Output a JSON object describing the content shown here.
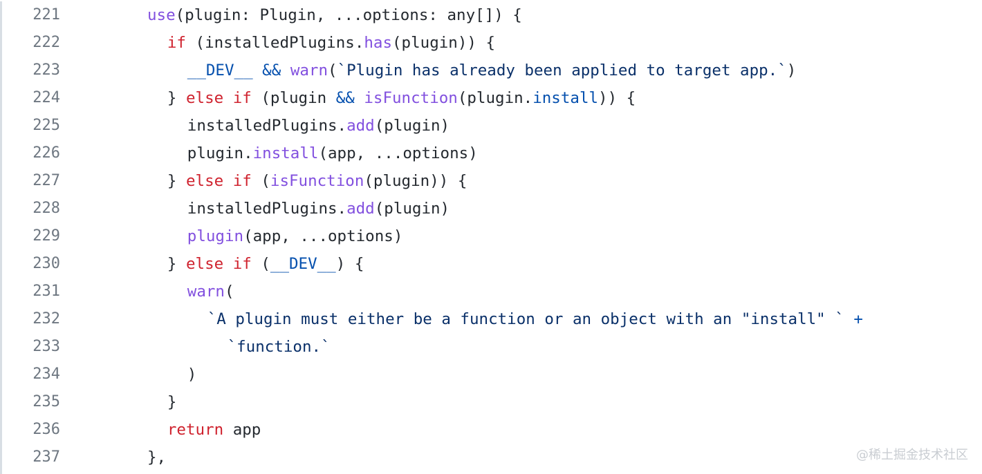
{
  "code_view": {
    "lines": [
      {
        "number": "221",
        "indent": 0,
        "tokens": [
          {
            "t": "use",
            "k": "fn"
          },
          {
            "t": "(plugin: Plugin, ...options: any[]) {",
            "k": "plain"
          }
        ]
      },
      {
        "number": "222",
        "indent": 2,
        "tokens": [
          {
            "t": "if",
            "k": "kw"
          },
          {
            "t": " (installedPlugins.",
            "k": "plain"
          },
          {
            "t": "has",
            "k": "fn"
          },
          {
            "t": "(plugin)) {",
            "k": "plain"
          }
        ]
      },
      {
        "number": "223",
        "indent": 4,
        "tokens": [
          {
            "t": "__DEV__",
            "k": "const"
          },
          {
            "t": " ",
            "k": "plain"
          },
          {
            "t": "&&",
            "k": "const"
          },
          {
            "t": " ",
            "k": "plain"
          },
          {
            "t": "warn",
            "k": "fn"
          },
          {
            "t": "(",
            "k": "plain"
          },
          {
            "t": "`Plugin has already been applied to target app.`",
            "k": "str"
          },
          {
            "t": ")",
            "k": "plain"
          }
        ]
      },
      {
        "number": "224",
        "indent": 2,
        "tokens": [
          {
            "t": "} ",
            "k": "plain"
          },
          {
            "t": "else if",
            "k": "kw"
          },
          {
            "t": " (plugin ",
            "k": "plain"
          },
          {
            "t": "&&",
            "k": "const"
          },
          {
            "t": " ",
            "k": "plain"
          },
          {
            "t": "isFunction",
            "k": "fn"
          },
          {
            "t": "(plugin.",
            "k": "plain"
          },
          {
            "t": "install",
            "k": "const"
          },
          {
            "t": ")) {",
            "k": "plain"
          }
        ]
      },
      {
        "number": "225",
        "indent": 4,
        "tokens": [
          {
            "t": "installedPlugins.",
            "k": "plain"
          },
          {
            "t": "add",
            "k": "fn"
          },
          {
            "t": "(plugin)",
            "k": "plain"
          }
        ]
      },
      {
        "number": "226",
        "indent": 4,
        "tokens": [
          {
            "t": "plugin.",
            "k": "plain"
          },
          {
            "t": "install",
            "k": "fn"
          },
          {
            "t": "(app, ...options)",
            "k": "plain"
          }
        ]
      },
      {
        "number": "227",
        "indent": 2,
        "tokens": [
          {
            "t": "} ",
            "k": "plain"
          },
          {
            "t": "else if",
            "k": "kw"
          },
          {
            "t": " (",
            "k": "plain"
          },
          {
            "t": "isFunction",
            "k": "fn"
          },
          {
            "t": "(plugin)) {",
            "k": "plain"
          }
        ]
      },
      {
        "number": "228",
        "indent": 4,
        "tokens": [
          {
            "t": "installedPlugins.",
            "k": "plain"
          },
          {
            "t": "add",
            "k": "fn"
          },
          {
            "t": "(plugin)",
            "k": "plain"
          }
        ]
      },
      {
        "number": "229",
        "indent": 4,
        "tokens": [
          {
            "t": "plugin",
            "k": "fn"
          },
          {
            "t": "(app, ...options)",
            "k": "plain"
          }
        ]
      },
      {
        "number": "230",
        "indent": 2,
        "tokens": [
          {
            "t": "} ",
            "k": "plain"
          },
          {
            "t": "else if",
            "k": "kw"
          },
          {
            "t": " (",
            "k": "plain"
          },
          {
            "t": "__DEV__",
            "k": "const"
          },
          {
            "t": ") {",
            "k": "plain"
          }
        ]
      },
      {
        "number": "231",
        "indent": 4,
        "tokens": [
          {
            "t": "warn",
            "k": "fn"
          },
          {
            "t": "(",
            "k": "plain"
          }
        ]
      },
      {
        "number": "232",
        "indent": 6,
        "tokens": [
          {
            "t": "`A plugin must either be a function or an object with an \"install\" `",
            "k": "str"
          },
          {
            "t": " ",
            "k": "plain"
          },
          {
            "t": "+",
            "k": "const"
          }
        ]
      },
      {
        "number": "233",
        "indent": 8,
        "tokens": [
          {
            "t": "`function.`",
            "k": "str"
          }
        ]
      },
      {
        "number": "234",
        "indent": 4,
        "tokens": [
          {
            "t": ")",
            "k": "plain"
          }
        ]
      },
      {
        "number": "235",
        "indent": 2,
        "tokens": [
          {
            "t": "}",
            "k": "plain"
          }
        ]
      },
      {
        "number": "236",
        "indent": 2,
        "tokens": [
          {
            "t": "return",
            "k": "kw"
          },
          {
            "t": " app",
            "k": "plain"
          }
        ]
      },
      {
        "number": "237",
        "indent": 0,
        "tokens": [
          {
            "t": "},",
            "k": "plain"
          }
        ]
      }
    ]
  },
  "watermark": {
    "text": "@稀土掘金技术社区"
  }
}
